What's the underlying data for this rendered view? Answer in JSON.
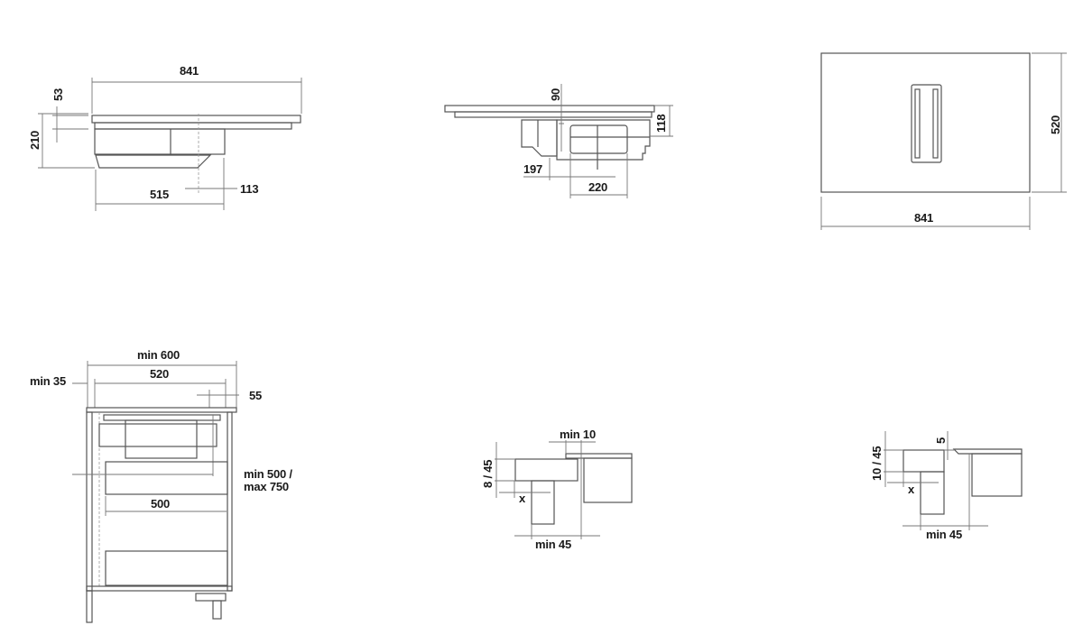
{
  "side_view": {
    "width": "841",
    "top_offset": "53",
    "height": "210",
    "depth": "515",
    "offset": "113"
  },
  "front_view": {
    "vent_depth": "90",
    "height": "118",
    "left_offset": "197",
    "vent_width": "220"
  },
  "top_view": {
    "depth": "520",
    "width": "841"
  },
  "cabinet": {
    "min_width": "min 600",
    "cutout": "520",
    "min_front": "min 35",
    "rear": "55",
    "depth_line1": "min 500 /",
    "depth_line2": "max 750",
    "drawer_depth": "500"
  },
  "flush_detail": {
    "gap": "min 10",
    "thickness": "8 / 45",
    "x": "x",
    "min_depth": "min 45"
  },
  "surface_detail": {
    "thickness": "10 / 45",
    "step": "5",
    "x": "x",
    "min_depth": "min 45"
  }
}
